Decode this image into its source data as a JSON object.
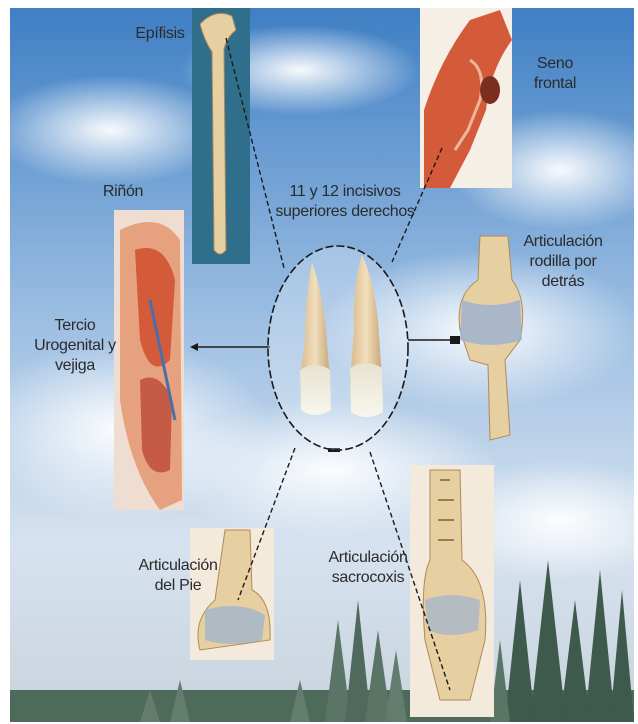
{
  "center": {
    "title_lines": [
      "11 y 12 incisivos",
      "superiores derechos"
    ]
  },
  "labels": {
    "epifisis": [
      "Epífisis"
    ],
    "seno_frontal": [
      "Seno",
      "frontal"
    ],
    "rinon": [
      "Riñón"
    ],
    "rodilla": [
      "Articulación",
      "rodilla por",
      "detrás"
    ],
    "tercio": [
      "Tercio",
      "Urogenital y",
      "vejiga"
    ],
    "pie": [
      "Articulación",
      "del Pie"
    ],
    "sacrocoxis": [
      "Articulación",
      "sacrocoxis"
    ]
  },
  "colors": {
    "sky_top": "#3f7fc4",
    "sky_mid": "#bcd3ec",
    "forest": "#3d5a4c",
    "bone": "#e6cfa1",
    "muscle": "#d45b3a",
    "line": "#1a1a1a"
  }
}
